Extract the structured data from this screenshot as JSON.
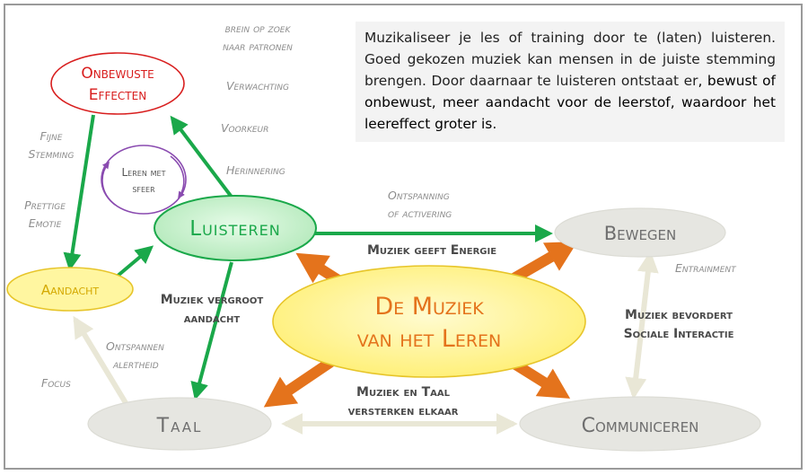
{
  "colors": {
    "green": "#1aa84a",
    "green_fill": "#c8f0cf",
    "orange": "#e4731c",
    "red": "#d81e1e",
    "yellow_fill": "#fff6a0",
    "yellow_stroke": "#e7c52a",
    "grey_fill": "#e6e6e1",
    "grey_text": "#6e6e6e",
    "faint_arrow": "#e9e7d6",
    "purple": "#8a4bb0"
  },
  "nodes": {
    "onbewuste": "Onbewuste Effecten",
    "onbewuste_line1": "Onbewuste",
    "onbewuste_line2": "Effecten",
    "leren_met_sfeer_line1": "Leren met",
    "leren_met_sfeer_line2": "sfeer",
    "luisteren": "Luisteren",
    "aandacht": "Aandacht",
    "center_line1": "De Muziek",
    "center_line2": "van het Leren",
    "bewegen": "Bewegen",
    "taal": "Taal",
    "communiceren": "Communiceren"
  },
  "labels": {
    "brein_line1": "brein op zoek",
    "brein_line2": "naar patronen",
    "verwachting": "Verwachting",
    "voorkeur": "Voorkeur",
    "herinnering": "Herinnering",
    "fijne_line1": "Fijne",
    "fijne_line2": "Stemming",
    "prettige_line1": "Prettige",
    "prettige_line2": "Emotie",
    "ontspanning_line1": "Ontspanning",
    "ontspanning_line2": "of activering",
    "muziek_energie": "Muziek geeft Energie",
    "entrainment": "Entrainment",
    "vergroot_line1": "Muziek vergroot",
    "vergroot_line2": "aandacht",
    "ontspannen_line1": "Ontspannen",
    "ontspannen_line2": "alertheid",
    "focus": "Focus",
    "sociale_line1": "Muziek bevordert",
    "sociale_line2": "Sociale Interactie",
    "taal_line1": "Muziek en Taal",
    "taal_line2": "versterken elkaar"
  },
  "panel": {
    "text_part1": "Muzikaliseer je les of training door te (laten) luisteren. Goed gekozen muziek kan mensen in de juiste stemming brengen. Door daarnaar te luisteren ontstaat er",
    "text_part2": ", bewust of onbewust, meer aandacht voor de leerstof, waardoor het leereffect groter is."
  }
}
